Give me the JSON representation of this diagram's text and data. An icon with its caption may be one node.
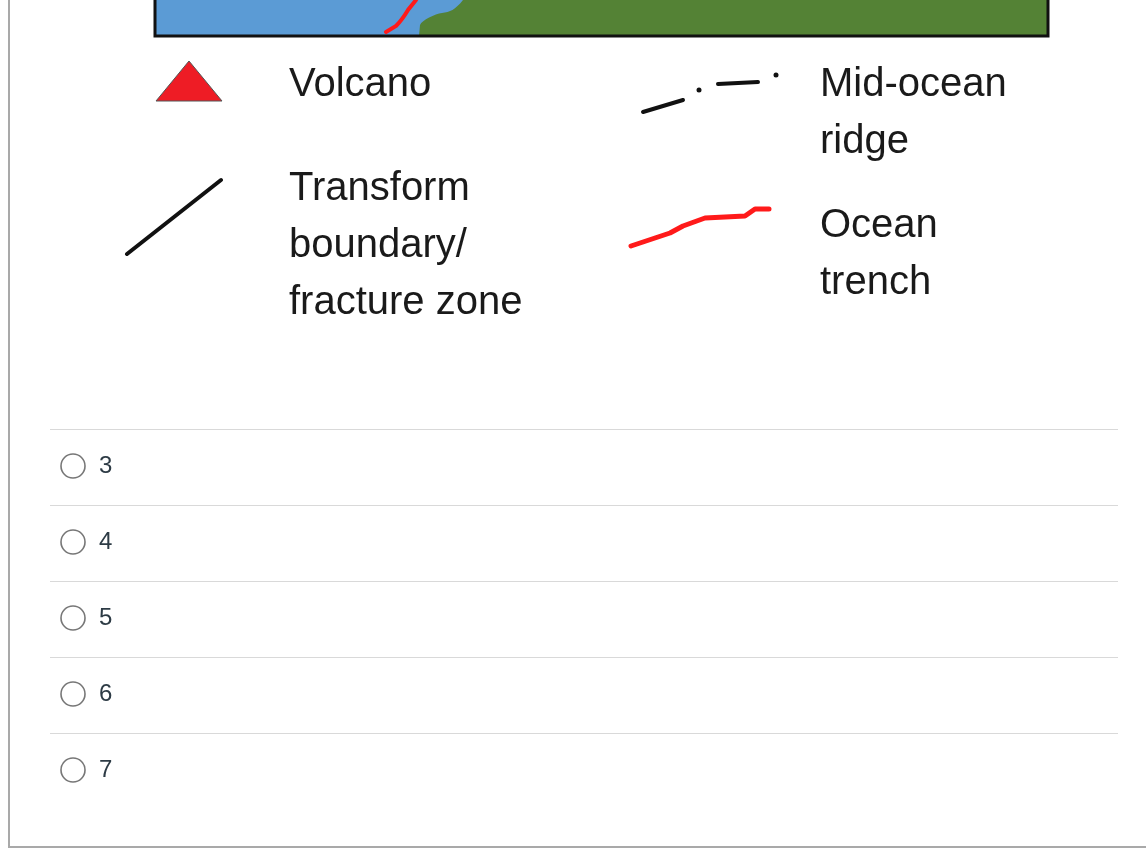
{
  "diagram": {
    "legend": [
      {
        "text": "Volcano"
      },
      {
        "text": "Mid-ocean ridge"
      },
      {
        "text": "Transform boundary/ fracture zone"
      },
      {
        "text": "Ocean trench"
      }
    ],
    "labels": [
      "3",
      "4",
      "5",
      "6",
      "7"
    ]
  }
}
